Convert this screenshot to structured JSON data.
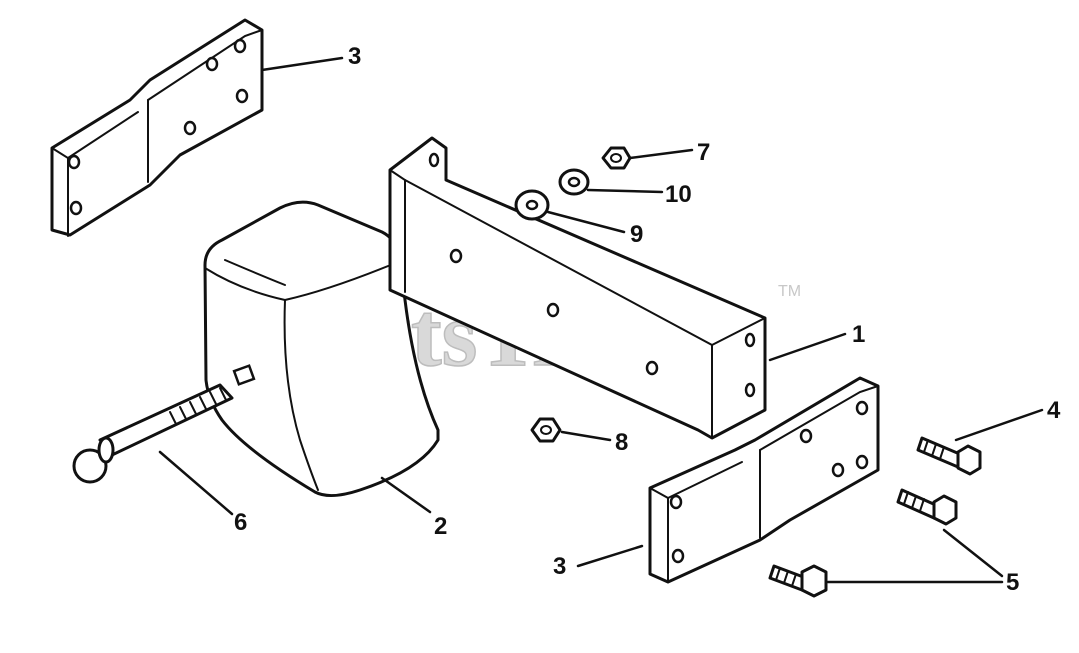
{
  "watermark": {
    "text": "PartsTree",
    "trademark": "TM"
  },
  "callouts": {
    "c1": "1",
    "c2": "2",
    "c3_top": "3",
    "c3_bottom": "3",
    "c4": "4",
    "c5": "5",
    "c6": "6",
    "c7": "7",
    "c8": "8",
    "c9": "9",
    "c10": "10"
  }
}
